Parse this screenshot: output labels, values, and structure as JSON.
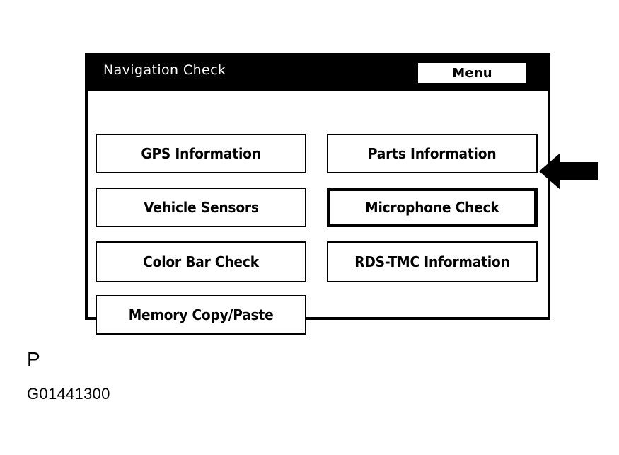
{
  "panel": {
    "title": "Navigation Check",
    "menu_button_label": "Menu"
  },
  "buttons": {
    "left_column": [
      {
        "label": "GPS Information",
        "emphasized": false
      },
      {
        "label": "Vehicle Sensors",
        "emphasized": false
      },
      {
        "label": "Color Bar Check",
        "emphasized": false
      },
      {
        "label": "Memory Copy/Paste",
        "emphasized": false
      }
    ],
    "right_column": [
      {
        "label": "Parts Information",
        "emphasized": false
      },
      {
        "label": "Microphone Check",
        "emphasized": true
      },
      {
        "label": "RDS-TMC Information",
        "emphasized": false
      }
    ]
  },
  "annotation": {
    "arrow_direction": "left",
    "arrow_target": "Microphone Check"
  },
  "captions": {
    "letter": "P",
    "figure_code": "G01441300"
  },
  "colors": {
    "ink": "#000000",
    "paper": "#ffffff",
    "title_bar": "#000000",
    "title_text": "#ffffff"
  }
}
